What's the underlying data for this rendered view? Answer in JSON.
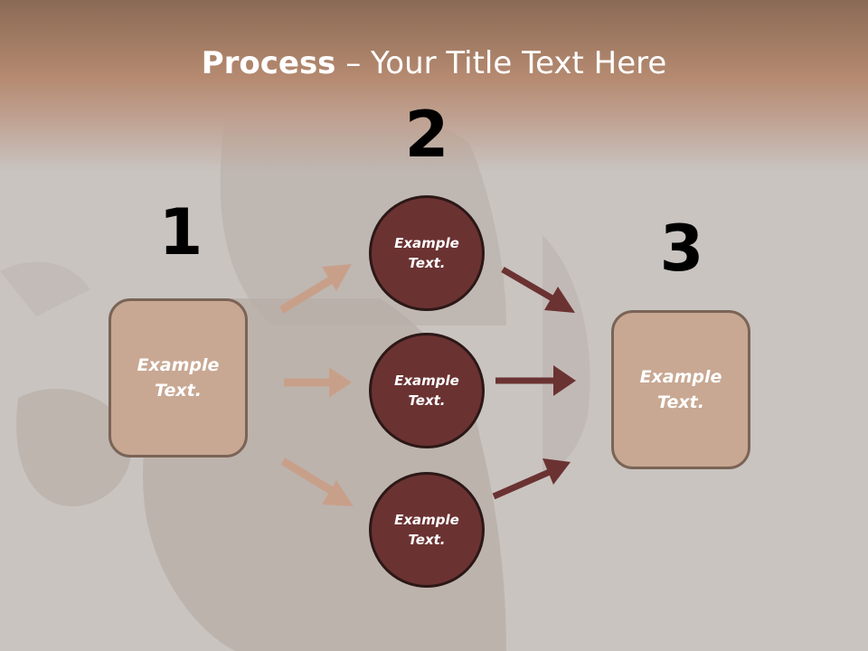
{
  "title": {
    "bold": "Process",
    "rest": " – Your Title Text Here"
  },
  "numbers": [
    "1",
    "2",
    "3"
  ],
  "step1": {
    "text": "Example\nText."
  },
  "step2": [
    {
      "text": "Example\nText."
    },
    {
      "text": "Example\nText."
    },
    {
      "text": "Example\nText."
    }
  ],
  "step3": {
    "text": "Example\nText."
  },
  "colors": {
    "box_fill": "#c8a893",
    "circle_fill": "#6b3232",
    "light_arrow": "#c8a08a",
    "dark_arrow": "#6b3232"
  }
}
